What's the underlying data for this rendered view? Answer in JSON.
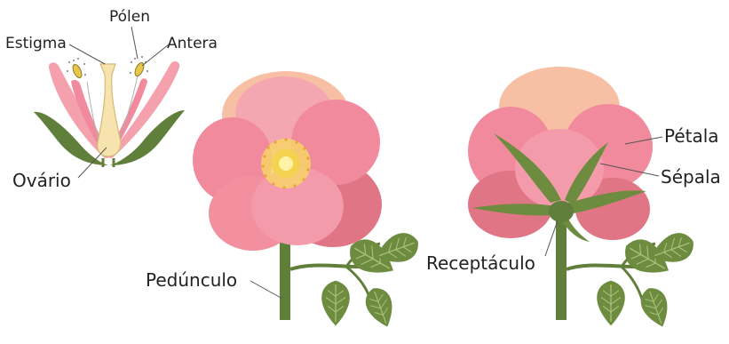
{
  "labels": {
    "polen": "Pólen",
    "estigma": "Estigma",
    "antera": "Antera",
    "ovario": "Ovário",
    "peduncle": "Pedúnculo",
    "receptacle": "Receptáculo",
    "petal": "Pétala",
    "sepal": "Sépala"
  },
  "colors": {
    "petal_pink": "#f08a9c",
    "petal_light": "#f7a9b4",
    "petal_peach": "#f7c0a5",
    "petal_dark": "#e07585",
    "stem_green": "#5f7f3a",
    "leaf_green": "#6d8c3f",
    "leaf_vein": "#a9bf79",
    "pistil_cream": "#f7e3ad",
    "center_yellow": "#f3d34f"
  }
}
